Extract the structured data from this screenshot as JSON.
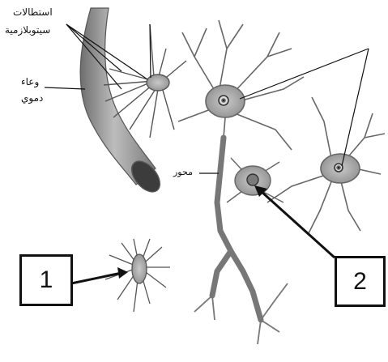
{
  "labels": {
    "cytoplasmic_extensions_line1": "استطالات",
    "cytoplasmic_extensions_line2": "سيتوبلازمية",
    "blood_vessel_line1": "وعاء",
    "blood_vessel_line2": "دموي",
    "axon": "محور"
  },
  "markers": {
    "one": "1",
    "two": "2"
  },
  "colors": {
    "ink": "#111111",
    "vessel": "#8a8a8a",
    "cell": "#9e9e9e",
    "nucleus": "#5a5a5a"
  }
}
